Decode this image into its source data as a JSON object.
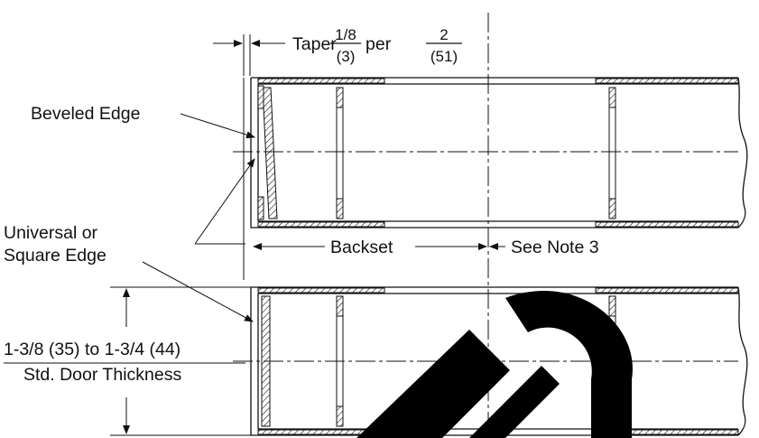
{
  "labels": {
    "taper_word": "Taper",
    "taper_num": "1/8",
    "taper_den": "(3)",
    "per_word": "per",
    "per_num": "2",
    "per_den": "(51)",
    "beveled_edge": "Beveled Edge",
    "universal_line1": "Universal or",
    "universal_line2": "Square Edge",
    "backset": "Backset",
    "see_note": "See Note 3",
    "thickness_line1": "1-3/8 (35) to 1-3/4 (44)",
    "thickness_line2": "Std. Door Thickness"
  },
  "watermark": {
    "text": "ED",
    "color": "#000000"
  },
  "colors": {
    "line": "#111111",
    "background": "#ffffff"
  }
}
